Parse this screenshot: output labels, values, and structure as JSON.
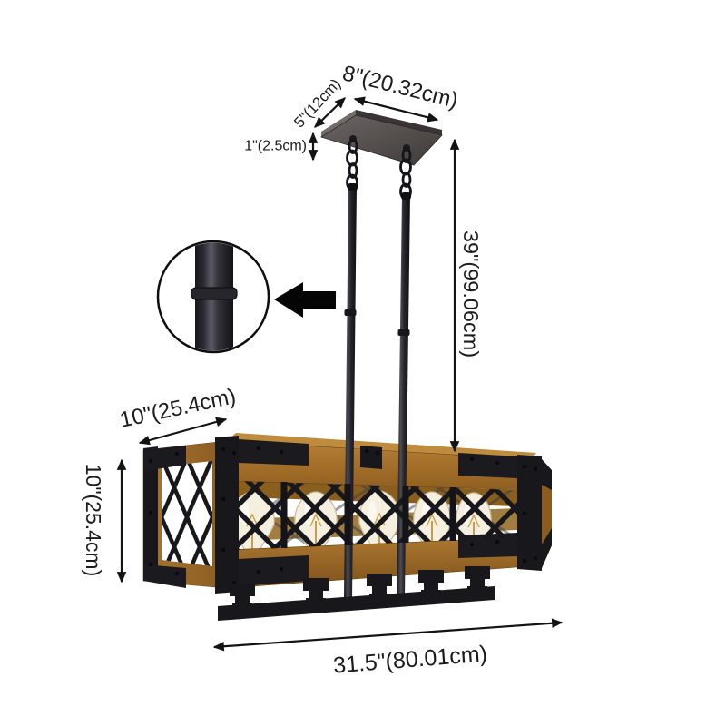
{
  "diagram": {
    "labels": {
      "canopy_width": "8\"(20.32cm)",
      "canopy_depth": "5\"(12cm)",
      "canopy_height": "1\"(2.5cm)",
      "suspension_height": "39\"(99.06cm)",
      "fixture_depth": "10\"(25.4cm)",
      "fixture_height": "10\"(25.4cm)",
      "fixture_width": "31.5\"(80.01cm)"
    },
    "bulb_count": 5,
    "colors": {
      "wood": "#a9742e",
      "metal_black": "#17171c",
      "canopy_gray": "#554f4d",
      "annotation_ink": "#161616",
      "bulb_glass": "#f5efdf",
      "filament": "#b9872e",
      "background": "#ffffff"
    }
  }
}
